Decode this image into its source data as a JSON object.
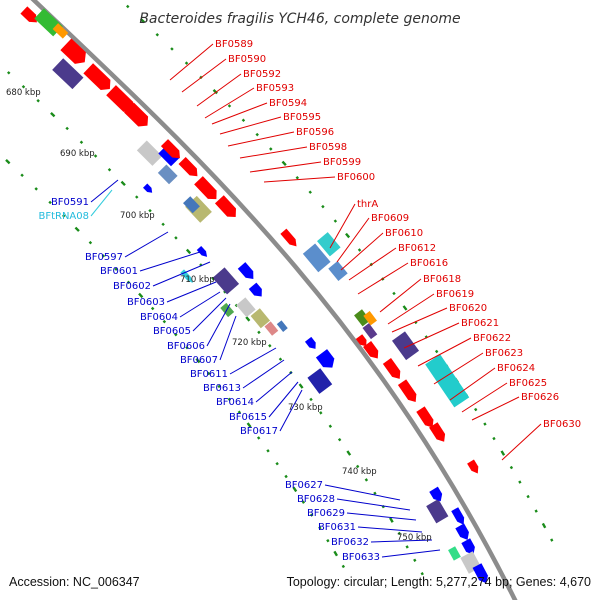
{
  "title": "Bacteroides fragilis YCH46, complete genome",
  "footer": {
    "accession": "Accession: NC_006347",
    "summary": "Topology: circular; Length: 5,277,274 bp; Genes: 4,670"
  },
  "colors": {
    "forward_gene": "#ff0000",
    "reverse_gene": "#0000ff",
    "backbone": "#8c8c8c",
    "tick": "#1a8c1a",
    "trna": "#33ccdd"
  },
  "kbp_ticks": [
    "680 kbp",
    "690 kbp",
    "700 kbp",
    "710 kbp",
    "720 kbp",
    "730 kbp",
    "740 kbp",
    "750 kbp"
  ],
  "forward_labels": [
    "BF0589",
    "BF0590",
    "BF0592",
    "BF0593",
    "BF0594",
    "BF0595",
    "BF0596",
    "BF0598",
    "BF0599",
    "BF0600",
    "thrA",
    "BF0609",
    "BF0610",
    "BF0612",
    "BF0616",
    "BF0618",
    "BF0619",
    "BF0620",
    "BF0621",
    "BF0622",
    "BF0623",
    "BF0624",
    "BF0625",
    "BF0626",
    "BF0630"
  ],
  "reverse_labels": [
    "BF0591",
    "BFtRNA08",
    "BF0597",
    "BF0601",
    "BF0602",
    "BF0603",
    "BF0604",
    "BF0605",
    "BF0606",
    "BF0607",
    "BF0611",
    "BF0613",
    "BF0614",
    "BF0615",
    "BF0617",
    "BF0627",
    "BF0628",
    "BF0629",
    "BF0631",
    "BF0632",
    "BF0633"
  ]
}
